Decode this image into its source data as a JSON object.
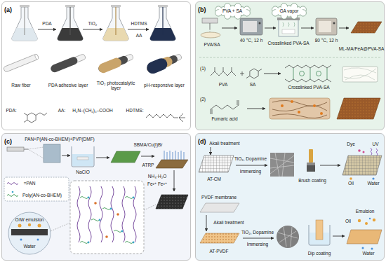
{
  "diagram": {
    "nodes": [
      {
        "text": [
          "(a)"
        ]
      },
      {
        "text": [
          "(b)"
        ]
      },
      {
        "text": [
          "(c)"
        ]
      },
      {
        "text": [
          "(d)"
        ]
      },
      {
        "text": [
          "PVA + SA"
        ],
        "in": 1
      },
      {
        "text": [
          "GA vapor"
        ],
        "in": 1
      }
    ],
    "labels": [
      "PDA",
      "TiO₂",
      "HDTMS",
      "AA",
      "Raw fiber",
      "PDA adhesive layer",
      "TiO₂ photocatalytic layer",
      "pH-responsive layer",
      "PDA:",
      "AA:",
      "H₂N–(CH₂)₅–COOH",
      "HDTMS:",
      "PVA/SA",
      "40 °C, 12 h",
      "Crosslinked PVA-SA",
      "80 °C, 12 h",
      "ML-MA/FeA@PVA-SA",
      "(1)",
      "PVA",
      "SA",
      "Crosslinked PVA-SA",
      "(2)",
      "Fumaric acid",
      "PAN+P(AN-co-BHEM)+PVP(DMF)",
      "NaClO",
      "SBMA/Cu(I)Br",
      "ATRP",
      "NH₃·H₂O",
      "Fe²⁺ Fe³⁺",
      "=PAN",
      "Poly(AN-co-BHEM)",
      "O/W emulsion",
      "Water",
      "Akali treatment",
      "AT-CM",
      "TiO₂, Dopamine",
      "Immersing",
      "Brush coating",
      "Dye",
      "UV",
      "Oil",
      "Water",
      "PVDF membrane",
      "Akali treatment",
      "AT-PVDF",
      "TiO₂, Dopamine",
      "Immersing",
      "Dip coating",
      "Oil",
      "Emulsion",
      "Water"
    ]
  }
}
